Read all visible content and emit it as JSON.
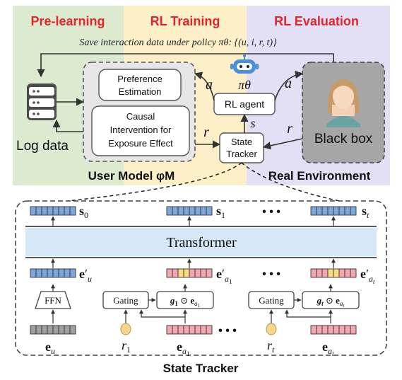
{
  "top": {
    "phases": [
      {
        "label": "Pre-learning",
        "color": "#e0262c"
      },
      {
        "label": "RL Training",
        "color": "#e0262c"
      },
      {
        "label": "RL Evaluation",
        "color": "#e0262c"
      }
    ],
    "save_caption": "Save interaction data under policy πθ: {(u, i, r, t)}",
    "log_label": "Log data",
    "preference_line1": "Preference",
    "preference_line2": "Estimation",
    "causal_line1": "Causal",
    "causal_line2": "Intervention for",
    "causal_line3": "Exposure Effect",
    "user_model_label": "User Model φM",
    "policy_label": "πθ",
    "rl_agent_label": "RL agent",
    "state_tracker_line1": "State",
    "state_tracker_line2": "Tracker",
    "blackbox_label": "Black box",
    "real_env_label": "Real Environment",
    "arrow_a": "a",
    "arrow_r": "r",
    "arrow_s": "s"
  },
  "bottom": {
    "transformer_label": "Transformer",
    "ffn_label": "FFN",
    "gating_label": "Gating",
    "ellipsis": "• • •",
    "title": "State Tracker"
  },
  "colors": {
    "prelearning_bg": "#dcebd0",
    "training_bg": "#fdefc8",
    "evaluation_bg": "#e3e0f6",
    "transformer_bg": "#d6e8f7",
    "blue_cell": "#7da7dc",
    "red_cell": "#f3a5b0",
    "yellow_cell": "#f7dc83",
    "gray_cell": "#9e9e9e",
    "reward_dot": "#f5d68c"
  }
}
